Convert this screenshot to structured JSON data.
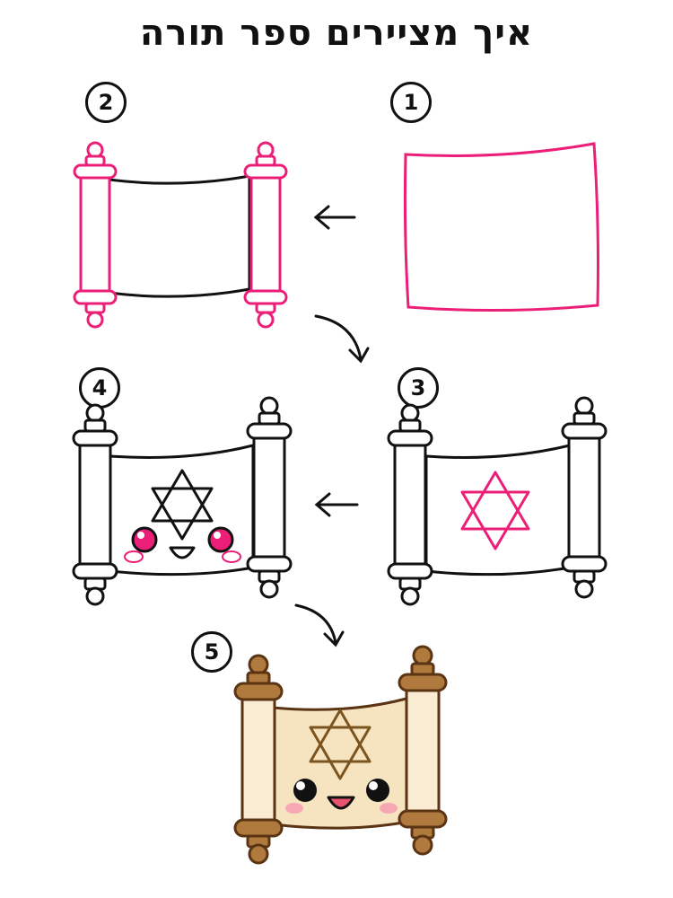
{
  "title": "איך מציירים ספר תורה",
  "steps": [
    {
      "number": "1"
    },
    {
      "number": "2"
    },
    {
      "number": "3"
    },
    {
      "number": "4"
    },
    {
      "number": "5"
    }
  ],
  "colors": {
    "guide_pink": "#ec1f78",
    "outline": "#111111",
    "parchment": "#f6e3c0",
    "wood": "#b07a3e",
    "wood_dark": "#5a3413",
    "blush": "#f7a7b4",
    "star_brown": "#7b5520"
  }
}
